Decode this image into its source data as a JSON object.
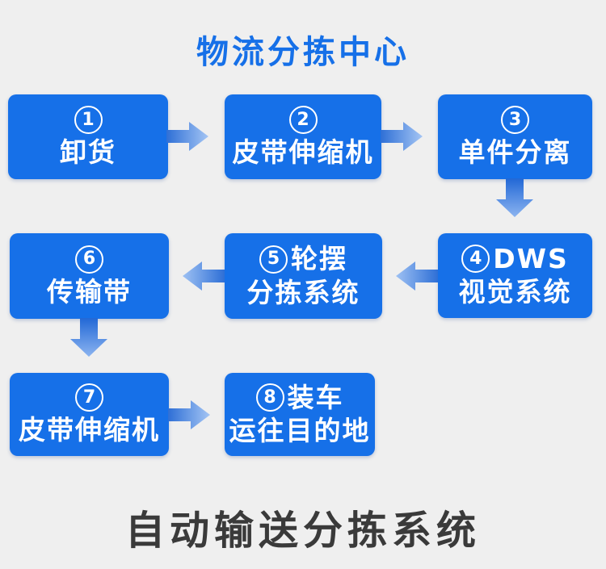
{
  "header": {
    "title": "物流分拣中心"
  },
  "footer": {
    "title": "自动输送分拣系统"
  },
  "colors": {
    "background": "#efefef",
    "box_fill": "#1670e8",
    "box_text": "#ffffff",
    "title_blue": "#1670e8",
    "footer_text": "#3a3a3a",
    "arrow_gradient_dark": "#2e6fd6",
    "arrow_gradient_light": "#a4c5f4"
  },
  "flow": {
    "boxes": [
      {
        "step": 1,
        "number": "1",
        "line1_rest": "",
        "line2": "卸货"
      },
      {
        "step": 2,
        "number": "2",
        "line1_rest": "",
        "line2": "皮带伸缩机"
      },
      {
        "step": 3,
        "number": "3",
        "line1_rest": "",
        "line2": "单件分离"
      },
      {
        "step": 4,
        "number": "4",
        "line1_rest": "DWS",
        "line2": "视觉系统"
      },
      {
        "step": 5,
        "number": "5",
        "line1_rest": "轮摆",
        "line2": "分拣系统"
      },
      {
        "step": 6,
        "number": "6",
        "line1_rest": "",
        "line2": "传输带"
      },
      {
        "step": 7,
        "number": "7",
        "line1_rest": "",
        "line2": "皮带伸缩机"
      },
      {
        "step": 8,
        "number": "8",
        "line1_rest": "装车",
        "line2": "运往目的地"
      }
    ],
    "arrows": [
      {
        "from": 1,
        "to": 2,
        "direction": "right"
      },
      {
        "from": 2,
        "to": 3,
        "direction": "right"
      },
      {
        "from": 3,
        "to": 4,
        "direction": "down"
      },
      {
        "from": 4,
        "to": 5,
        "direction": "left"
      },
      {
        "from": 5,
        "to": 6,
        "direction": "left"
      },
      {
        "from": 6,
        "to": 7,
        "direction": "down"
      },
      {
        "from": 7,
        "to": 8,
        "direction": "right"
      }
    ]
  }
}
